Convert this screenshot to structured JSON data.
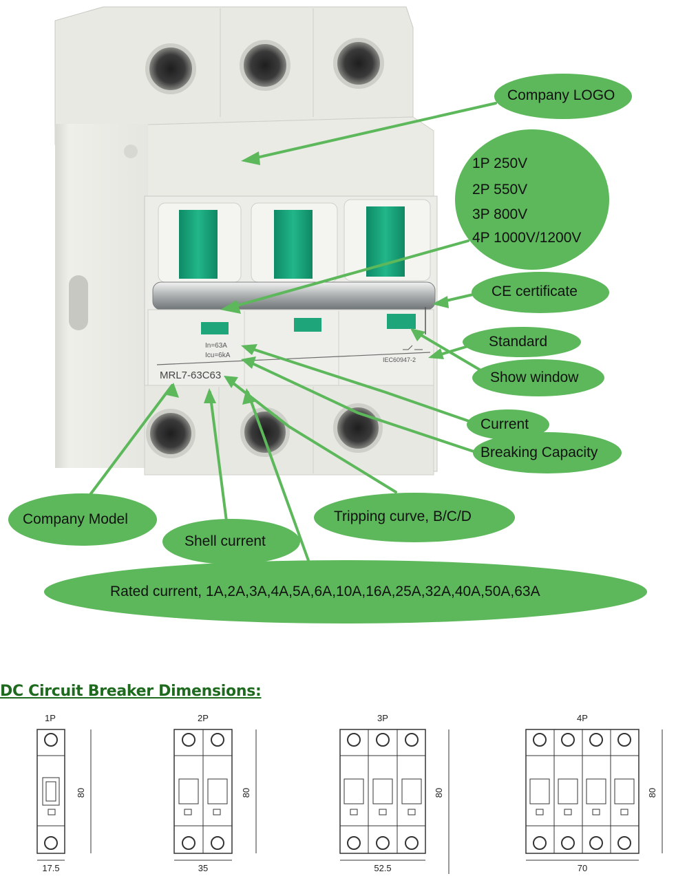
{
  "callouts": {
    "company_logo": "Company LOGO",
    "voltage": [
      "1P 250V",
      "2P 550V",
      "3P 800V",
      "4P 1000V/1200V"
    ],
    "ce_certificate": "CE certificate",
    "standard": "Standard",
    "show_window": "Show window",
    "current": "Current",
    "breaking_capacity": "Breaking Capacity",
    "company_model": "Company Model",
    "tripping_curve": "Tripping curve, B/C/D",
    "shell_current": "Shell current",
    "rated_current": "Rated current, 1A,2A,3A,4A,5A,6A,10A,16A,25A,32A,40A,50A,63A"
  },
  "breaker_print": {
    "in_rating": "In=63A",
    "icu_rating": "Icu=6kA",
    "model": "MRL7-63C63",
    "standard": "IEC60947-2"
  },
  "dimensions": {
    "heading": "DC Circuit Breaker Dimensions:",
    "views": [
      {
        "poles": "1P",
        "height": "80",
        "width": "17.5"
      },
      {
        "poles": "2P",
        "height": "80",
        "width": "35"
      },
      {
        "poles": "3P",
        "height": "80",
        "width": "52.5"
      },
      {
        "poles": "4P",
        "height": "80",
        "width": "70"
      }
    ]
  },
  "colors": {
    "callout_fill": "#5cb85a",
    "toggle": "#1aa37a",
    "heading": "#1e6a1e"
  }
}
